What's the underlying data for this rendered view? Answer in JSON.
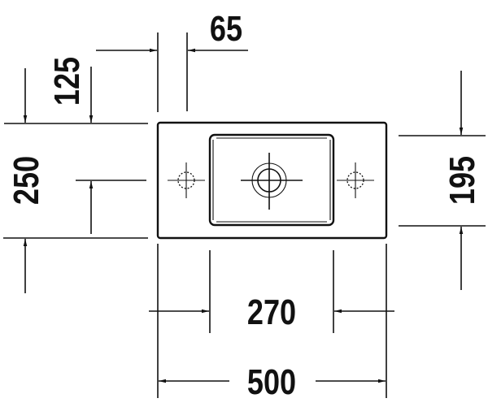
{
  "drawing": {
    "title": "Hand basin dimension drawing",
    "dimensions": {
      "tap_offset": "65",
      "top_to_tap": "125",
      "depth": "250",
      "bowl_depth": "195",
      "bowl_width": "270",
      "width": "500"
    },
    "color": "#111111"
  }
}
